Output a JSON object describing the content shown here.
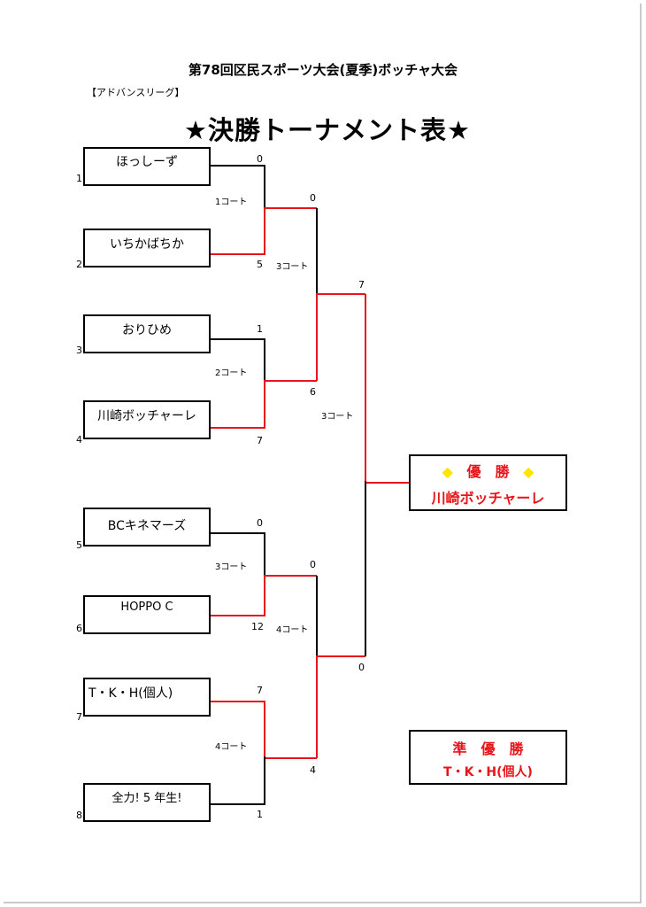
{
  "title": "第78回区民スポーツ大会(夏季)ボッチャ大会",
  "league": "【アドバンスリーグ】",
  "heading": "★決勝トーナメント表★",
  "teams": [
    {
      "seed": "1",
      "name": "ほっしーず"
    },
    {
      "seed": "2",
      "name": "いちかばちか"
    },
    {
      "seed": "3",
      "name": "おりひめ"
    },
    {
      "seed": "4",
      "name": "川崎ボッチャーレ"
    },
    {
      "seed": "5",
      "name": "BCキネマーズ"
    },
    {
      "seed": "6",
      "name": "HOPPO C"
    },
    {
      "seed": "7",
      "name": "T・K・H(個人)"
    },
    {
      "seed": "8",
      "name": "全力! 5 年生!"
    }
  ],
  "round1": [
    {
      "court": "1コート",
      "score_top": "0",
      "score_bottom": "5"
    },
    {
      "court": "2コート",
      "score_top": "1",
      "score_bottom": "7"
    },
    {
      "court": "3コート",
      "score_top": "0",
      "score_bottom": "12"
    },
    {
      "court": "4コート",
      "score_top": "7",
      "score_bottom": "1"
    }
  ],
  "semifinals": [
    {
      "court": "3コート",
      "score_top": "0",
      "score_bottom": "6"
    },
    {
      "court": "4コート",
      "score_top": "0",
      "score_bottom": "4"
    }
  ],
  "final": {
    "court": "3コート",
    "score_top": "7",
    "score_bottom": "0"
  },
  "winner": {
    "diamond": "◆",
    "label": "優　勝",
    "name": "川崎ボッチャーレ"
  },
  "runner_up": {
    "label": "準　優　勝",
    "name": "T・K・H(個人)"
  },
  "colors": {
    "win_line": "#e8141a",
    "line": "#000000",
    "winner_text": "#e8141a",
    "diamond": "#ffe500"
  }
}
